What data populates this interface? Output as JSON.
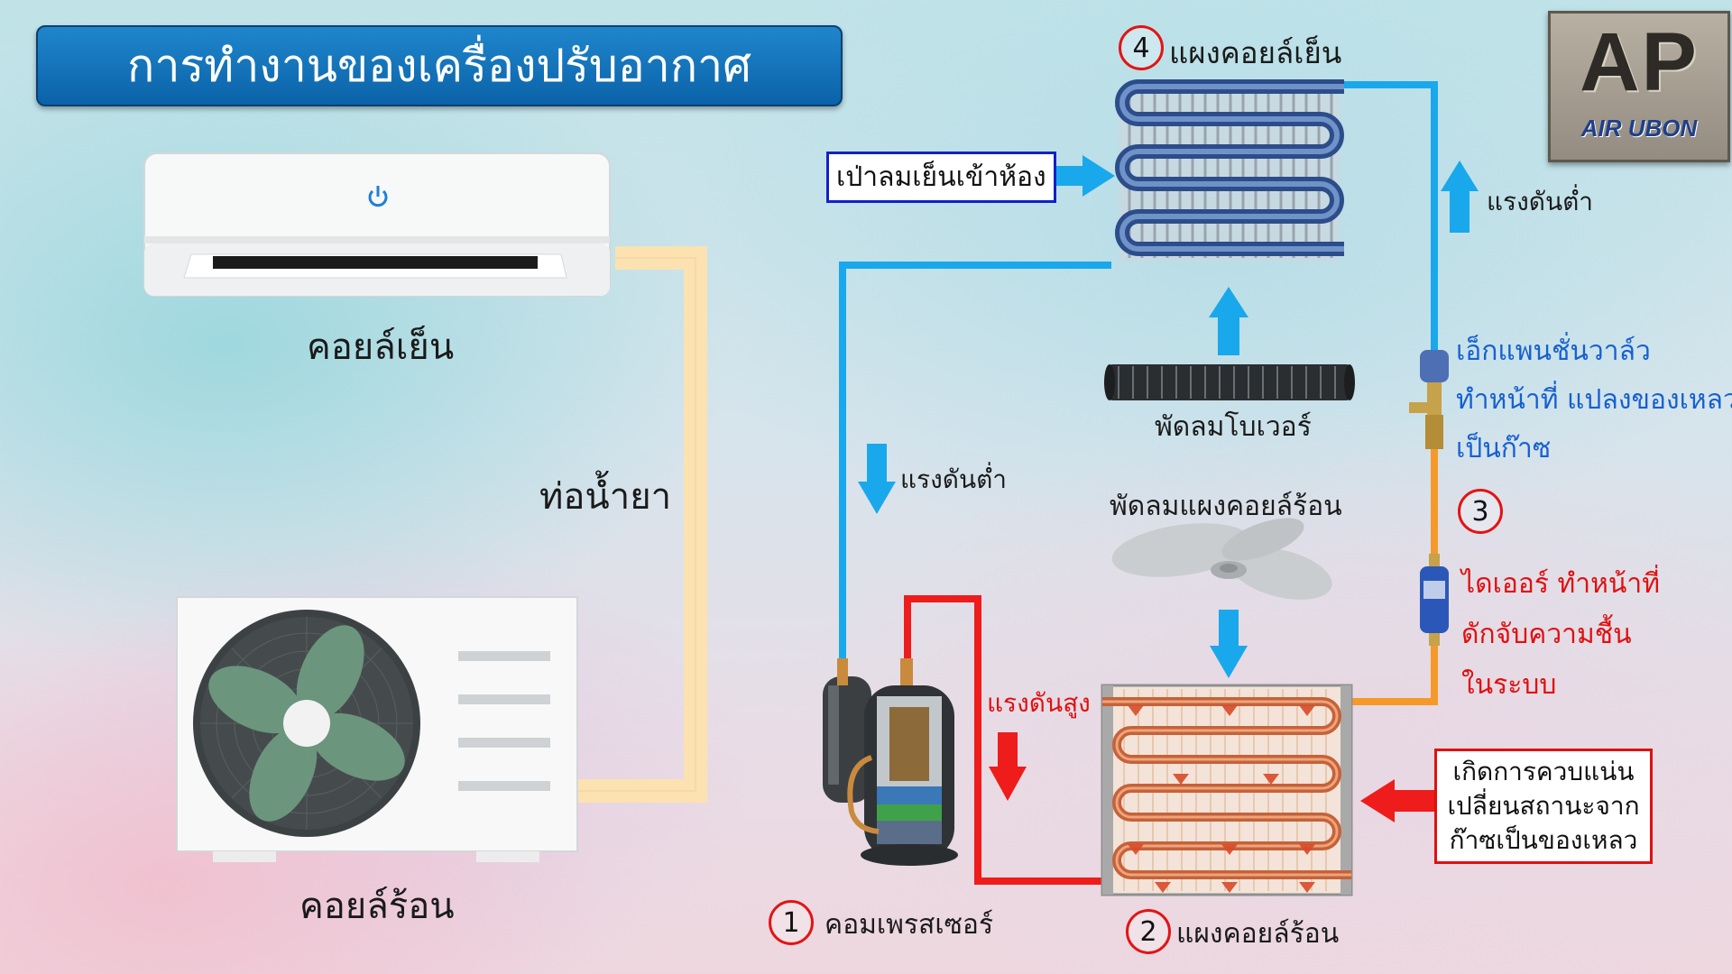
{
  "title": "การทำงานของเครื่องปรับอากาศ",
  "logo": {
    "main": "AP",
    "sub": "AIR UBON"
  },
  "left": {
    "indoor_label": "คอยล์เย็น",
    "pipe_label": "ท่อน้ำยา",
    "outdoor_label": "คอยล์ร้อน"
  },
  "cycle": {
    "evaporator": {
      "number": "4",
      "label": "แผงคอยล์เย็น"
    },
    "compressor": {
      "number": "1",
      "label": "คอมเพรสเซอร์"
    },
    "condenser": {
      "number": "2",
      "label": "แผงคอยล์ร้อน"
    },
    "dryer_number": "3",
    "blow_cold_air": "เป่าลมเย็นเข้าห้อง",
    "low_pressure_top": "แรงดันต่ำ",
    "low_pressure_left": "แรงดันต่ำ",
    "high_pressure": "แรงดันสูง",
    "blower_fan": "พัดลมโบเวอร์",
    "condenser_fan": "พัดลมแผงคอยล์ร้อน",
    "expansion_valve_lines": [
      "เอ็กแพนชั่นวาล์ว",
      "ทำหน้าที่ แปลงของเหลว",
      "เป็นก๊าซ"
    ],
    "dryer_lines": [
      "ไดเออร์ ทำหน้าที่",
      "ดักจับความชื้น",
      "ในระบบ"
    ],
    "condensation_lines": [
      "เกิดการควบแน่น",
      "เปลี่ยนสถานะจาก",
      "ก๊าซเป็นของเหลว"
    ]
  },
  "colors": {
    "low_pressure_line": "#1aa8ec",
    "high_pressure_line": "#ef1c1c",
    "liquid_line": "#f59a2a",
    "pipe_left": "#fbe2b0"
  }
}
